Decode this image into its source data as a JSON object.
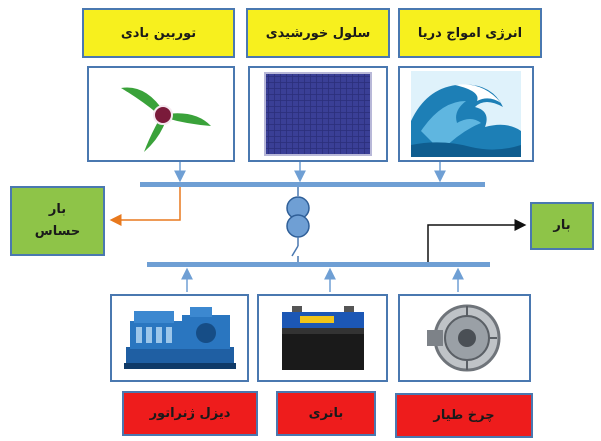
{
  "sources": {
    "wind": "توربین بادی",
    "solar": "سلول خورشیدی",
    "wave": "انرژی امواج دریا"
  },
  "storage": {
    "diesel": "دیزل ژنراتور",
    "battery": "باتری",
    "flywheel": "چرخ طیار"
  },
  "loads": {
    "sensitive_line1": "بار",
    "sensitive_line2": "حساس",
    "load": "بار"
  },
  "colors": {
    "bus": "#6f9fd4",
    "source_box": "#f7f01e",
    "storage_box": "#ee1c1c",
    "load_box": "#8ec448",
    "sensitive_arrow": "#e8791e",
    "load_arrow": "#111111",
    "frame": "#4a78b0"
  },
  "icons": [
    "wind-turbine-icon",
    "solar-panel-icon",
    "ocean-wave-icon",
    "transformer-icon",
    "diesel-generator-icon",
    "battery-icon",
    "flywheel-icon"
  ]
}
